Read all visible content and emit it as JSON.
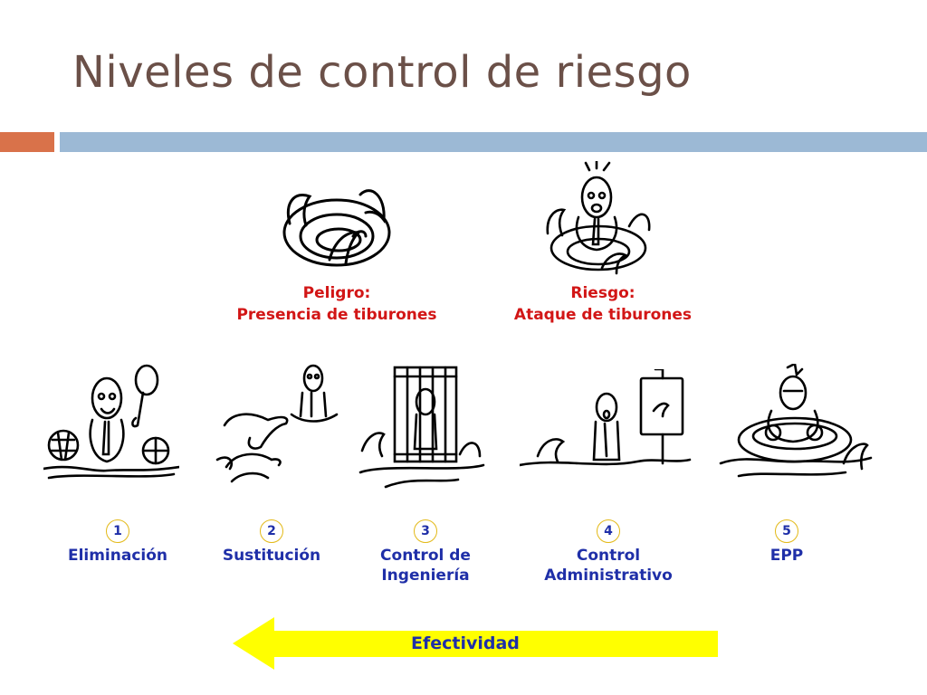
{
  "slide": {
    "title": "Niveles de control de riesgo"
  },
  "colors": {
    "title": "#6b5048",
    "accent_orange": "#d9724a",
    "accent_blue": "#9cb9d5",
    "red_text": "#d21616",
    "blue_text": "#1f2fa8",
    "arrow": "#ffff00",
    "circle": "#e3b917"
  },
  "hazard": {
    "line1": "Peligro:",
    "line2": "Presencia de tiburones",
    "icon": "shark-fins-circle-icon"
  },
  "risk": {
    "line1": "Riesgo:",
    "line2": "Ataque de tiburones",
    "icon": "man-surrounded-by-sharks-icon"
  },
  "levels": [
    {
      "number": "1",
      "line1": "Eliminación",
      "line2": "",
      "icon": "man-with-balls-icon"
    },
    {
      "number": "2",
      "line1": "Sustitución",
      "line2": "",
      "icon": "dolphins-swimmer-icon"
    },
    {
      "number": "3",
      "line1": "Control de",
      "line2": "Ingeniería",
      "icon": "shark-cage-icon"
    },
    {
      "number": "4",
      "line1": "Control",
      "line2": "Administrativo",
      "icon": "warning-sign-icon"
    },
    {
      "number": "5",
      "line1": "EPP",
      "line2": "",
      "icon": "armored-man-in-boat-icon"
    }
  ],
  "arrow": {
    "label": "Efectividad",
    "direction": "left"
  }
}
